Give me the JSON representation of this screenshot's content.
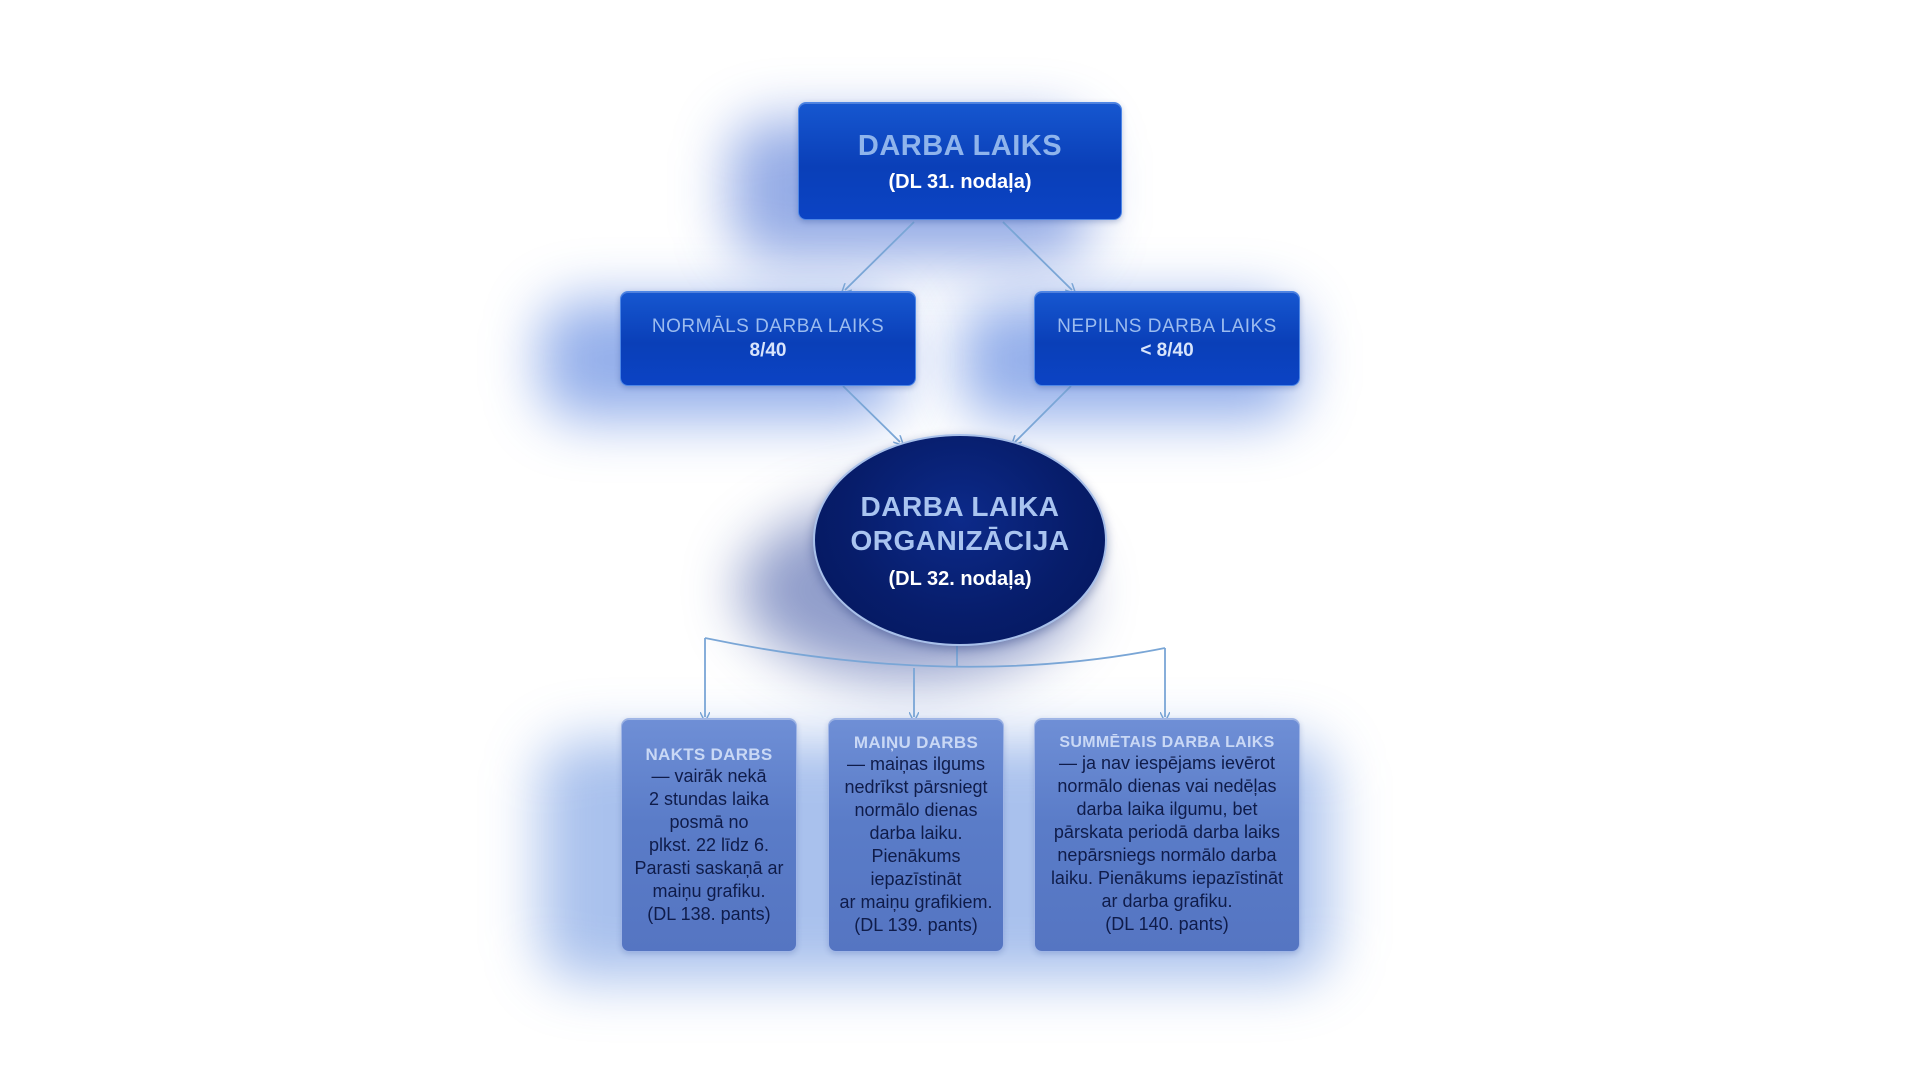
{
  "root": {
    "title": "DARBA LAIKS",
    "subtitle": "(DL 31. nodaļa)"
  },
  "types": [
    {
      "title": "NORMĀLS DARBA LAIKS",
      "value": "8/40"
    },
    {
      "title": "NEPILNS DARBA LAIKS",
      "value": "< 8/40"
    }
  ],
  "center": {
    "line1": "DARBA LAIKA",
    "line2": "ORGANIZĀCIJA",
    "subtitle": "(DL 32. nodaļa)"
  },
  "cards": [
    {
      "title": "NAKTS DARBS",
      "lines": [
        "— vairāk nekā",
        "2 stundas laika",
        "posmā no",
        "plkst. 22 līdz 6.",
        "Parasti saskaņā ar",
        "maiņu grafiku.",
        "(DL 138. pants)"
      ]
    },
    {
      "title": "MAIŅU DARBS",
      "lines": [
        "— maiņas ilgums",
        "nedrīkst pārsniegt",
        "normālo dienas",
        "darba laiku.",
        "Pienākums",
        "iepazīstināt",
        "ar maiņu grafikiem.",
        "(DL 139. pants)"
      ]
    },
    {
      "title": "SUMMĒTAIS DARBA LAIKS",
      "lines": [
        "— ja nav iespējams ievērot",
        "normālo dienas vai nedēļas",
        "darba laika ilgumu, bet",
        "pārskata periodā darba laiks",
        "nepārsniegs normālo darba",
        "laiku. Pienākums iepazīstināt",
        "ar darba grafiku.",
        "(DL 140. pants)"
      ]
    }
  ],
  "colors": {
    "box_blue": "#0b45c6",
    "oval_navy": "#071d6b",
    "card_soft": "#5a7cc8",
    "connector": "#7aa6d6",
    "title_light": "#8fb4ec"
  }
}
